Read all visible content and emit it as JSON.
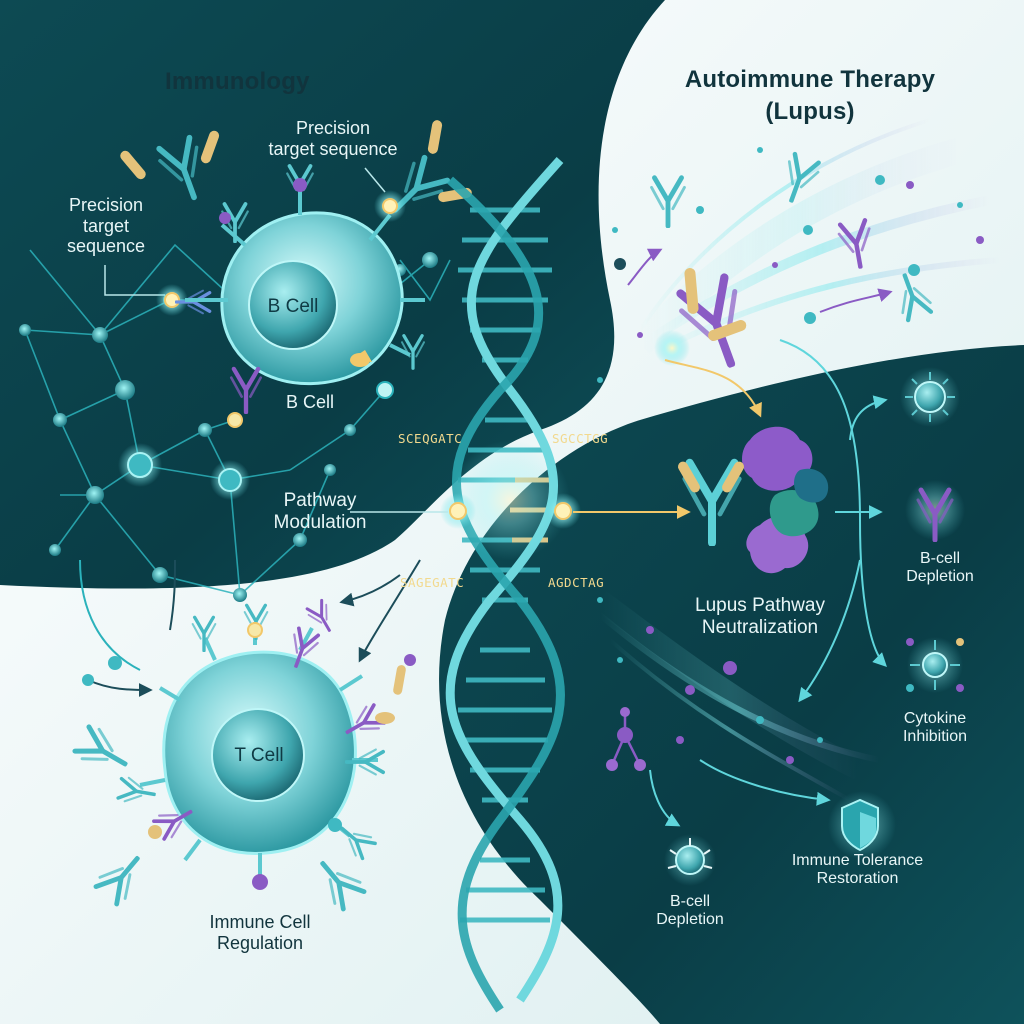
{
  "left_title": "Immunology",
  "right_title_line1": "Autoimmune Therapy",
  "right_title_line2": "(Lupus)",
  "precision_top_line1": "Precision",
  "precision_top_line2": "target sequence",
  "precision_left_line1": "Precision",
  "precision_left_line2": "target",
  "precision_left_line3": "sequence",
  "b_cell_inner": "B Cell",
  "b_cell_caption": "B Cell",
  "pathway_line1": "Pathway",
  "pathway_line2": "Modulation",
  "seq_top_left": "SCEQGATC",
  "seq_top_right": "SGCCTGG",
  "seq_bottom_left": "SAGEGATC",
  "seq_bottom_right": "AGDCTAG",
  "t_cell_inner": "T Cell",
  "immune_reg_line1": "Immune Cell",
  "immune_reg_line2": "Regulation",
  "lupus_line1": "Lupus Pathway",
  "lupus_line2": "Neutralization",
  "bcell_dep_right_line1": "B-cell",
  "bcell_dep_right_line2": "Depletion",
  "cytokine_line1": "Cytokine",
  "cytokine_line2": "Inhibition",
  "tolerance_line1": "Immune Tolerance",
  "tolerance_line2": "Restoration",
  "bcell_dep_bottom_line1": "B-cell",
  "bcell_dep_bottom_line2": "Depletion",
  "colors": {
    "teal_dark": "#0b3f48",
    "teal_mid": "#13707a",
    "cyan_glow": "#5fe0e6",
    "purple": "#7a4fb0",
    "gold": "#f2c86a",
    "light_bg": "#f2f8f8"
  }
}
